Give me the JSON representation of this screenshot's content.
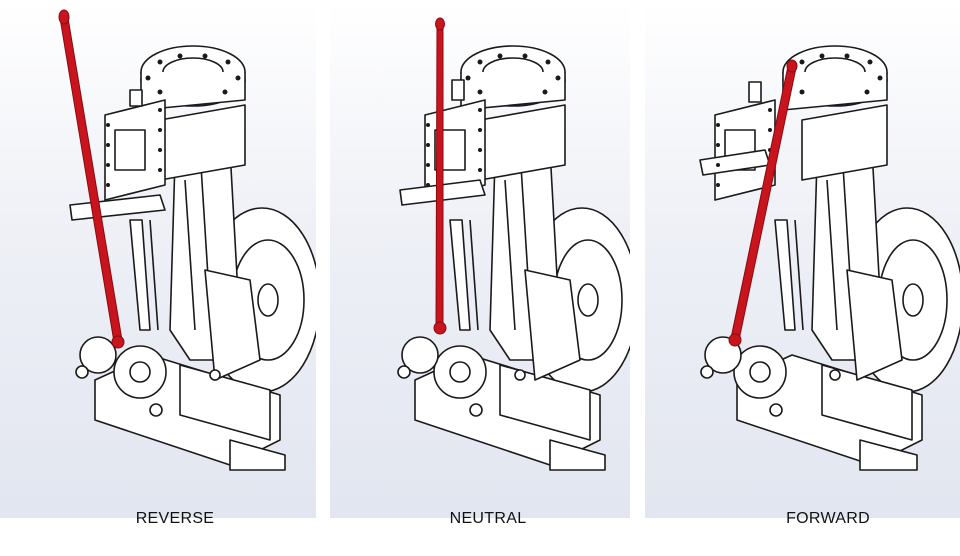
{
  "panels": [
    {
      "id": "reverse",
      "label": "REVERSE",
      "lever_position": "reverse"
    },
    {
      "id": "neutral",
      "label": "NEUTRAL",
      "lever_position": "neutral"
    },
    {
      "id": "forward",
      "label": "FORWARD",
      "lever_position": "forward"
    }
  ],
  "colors": {
    "lever": "#c8141c",
    "lever_dark": "#8a0a10",
    "line": "#1a1a1a",
    "background_top": "#ffffff",
    "background_bottom": "#e4e8f2"
  }
}
